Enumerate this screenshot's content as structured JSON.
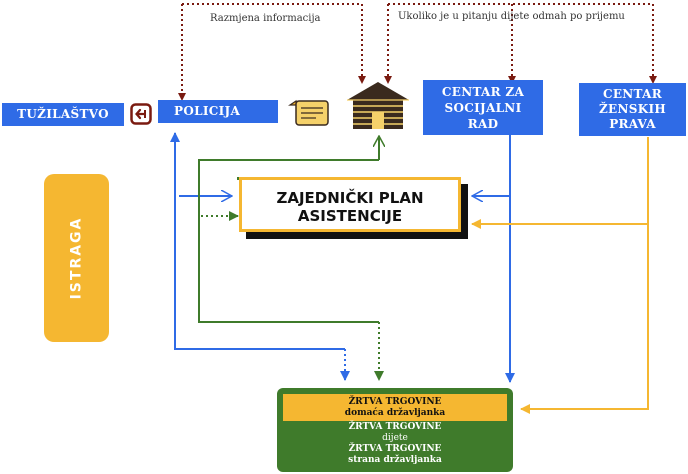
{
  "notes": {
    "exchange": "Razmjena informacija",
    "child": "Ukoliko je u pitanju dijete odmah po prijemu"
  },
  "nodes": {
    "prosecutor": "TUŽILAŠTVO",
    "police": "POLICIJA",
    "social_center": [
      "CENTAR ZA",
      "SOCIJALNI",
      "RAD"
    ],
    "women_center": [
      "CENTAR",
      "ŽENSKIH",
      "PRAVA"
    ],
    "investigation": "ISTRAGA",
    "plan": [
      "ZAJEDNIČKI PLAN",
      "ASISTENCIJE"
    ],
    "victims": [
      {
        "title": "ŽRTVA TRGOVINE",
        "subtitle": "domaća državljanka"
      },
      {
        "title": "ŽRTVA TRGOVINE",
        "subtitle": "dijete"
      },
      {
        "title": "ŽRTVA TRGOVINE",
        "subtitle": "strana državljanka"
      }
    ]
  },
  "icons": [
    "arrow-in-box-icon",
    "message-card-icon",
    "shelter-house-icon"
  ],
  "colors": {
    "blue": "#2f6be6",
    "yellow": "#f5b731",
    "green": "#3f7b2b",
    "dark_red": "#7a1a10",
    "icon_brown": "#3a2a1e"
  }
}
